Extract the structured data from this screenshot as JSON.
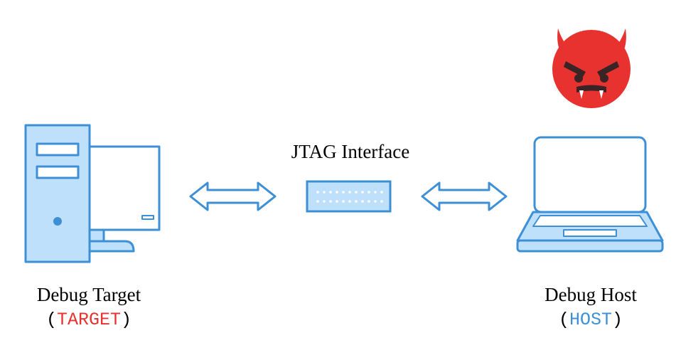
{
  "colors": {
    "line": "#3d8fd6",
    "fill": "#bfe0fb",
    "devil": "#e8322f",
    "target_name": "#e8322f",
    "host_name": "#3d8fd6"
  },
  "icons": {
    "target": "desktop-computer-icon",
    "interface": "jtag-interface-icon",
    "host": "laptop-icon",
    "attacker": "devil-face-icon",
    "link_left": "double-arrow-icon",
    "link_right": "double-arrow-icon"
  },
  "interface": {
    "label": "JTAG Interface"
  },
  "target": {
    "label": "Debug Target",
    "open": "(",
    "name": "TARGET",
    "close": ")"
  },
  "host": {
    "label": "Debug Host",
    "open": "(",
    "name": "HOST",
    "close": ")"
  }
}
